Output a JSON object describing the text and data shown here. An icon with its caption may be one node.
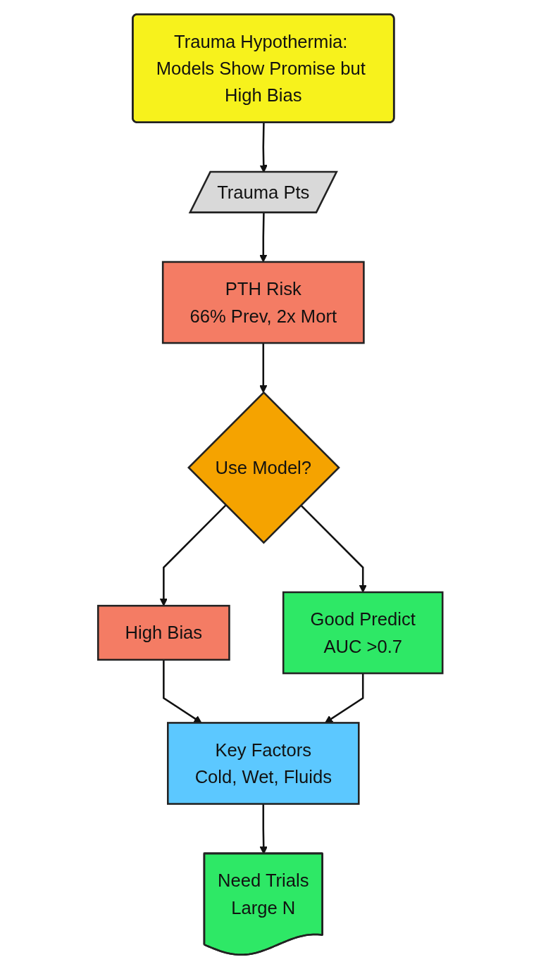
{
  "diagram": {
    "nodes": [
      {
        "text": [
          "Trauma Hypothermia: Models Show Promise but High Bias"
        ]
      },
      {
        "text": [
          "Trauma Pts"
        ]
      },
      {
        "text": [
          "PTH Risk",
          "66% Prev, 2x Mort"
        ]
      },
      {
        "text": [
          "Use Model?"
        ]
      },
      {
        "text": [
          "High Bias"
        ]
      },
      {
        "text": [
          "Good Predict",
          "AUC >0.7"
        ]
      },
      {
        "text": [
          "Key Factors",
          "Cold, Wet, Fluids"
        ]
      },
      {
        "text": [
          "Need Trials",
          "Large N"
        ]
      }
    ],
    "edges": [
      {
        "from": 0,
        "to": 1,
        "arrow": "to"
      },
      {
        "from": 1,
        "to": 2,
        "arrow": "to"
      },
      {
        "from": 2,
        "to": 3,
        "arrow": "to"
      },
      {
        "from": 3,
        "to": 4,
        "arrow": "to"
      },
      {
        "from": 3,
        "to": 5,
        "arrow": "to"
      },
      {
        "from": 4,
        "to": 6,
        "arrow": "to"
      },
      {
        "from": 5,
        "to": 6,
        "arrow": "to"
      },
      {
        "from": 6,
        "to": 7,
        "arrow": "to"
      }
    ]
  }
}
